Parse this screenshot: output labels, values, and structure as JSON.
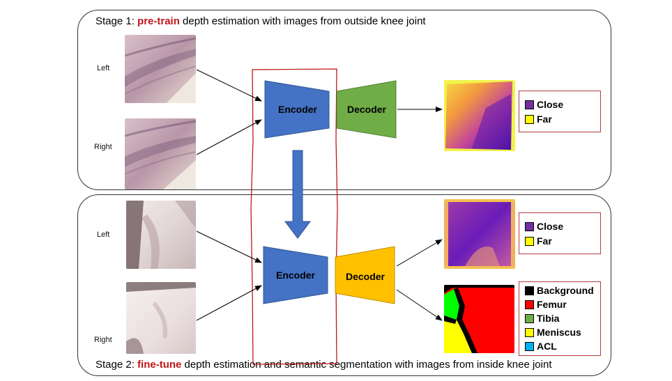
{
  "stage1": {
    "prefix": "Stage 1: ",
    "highlight": "pre-train",
    "suffix": " depth estimation with images from outside knee joint",
    "left_label": "Left",
    "right_label": "Right",
    "encoder_label": "Encoder",
    "decoder_label": "Decoder",
    "legend": [
      {
        "label": "Close",
        "color": "#7030a0"
      },
      {
        "label": "Far",
        "color": "#ffff00"
      }
    ]
  },
  "stage2": {
    "prefix": "Stage 2: ",
    "highlight": "fine-tune",
    "suffix": " depth estimation and semantic segmentation with images from inside knee joint",
    "left_label": "Left",
    "right_label": "Right",
    "encoder_label": "Encoder",
    "decoder_label": "Decoder",
    "depth_legend": [
      {
        "label": "Close",
        "color": "#7030a0"
      },
      {
        "label": "Far",
        "color": "#ffff00"
      }
    ],
    "seg_legend": [
      {
        "label": "Background",
        "color": "#000000"
      },
      {
        "label": "Femur",
        "color": "#ff0000"
      },
      {
        "label": "Tibia",
        "color": "#70ad47"
      },
      {
        "label": "Meniscus",
        "color": "#ffff00"
      },
      {
        "label": "ACL",
        "color": "#00b0f0"
      }
    ]
  },
  "colors": {
    "highlight_text": "#c0161a",
    "encoder": "#4472c4",
    "decoder_stage1": "#70ad47",
    "decoder_stage2": "#ffc000",
    "shared_encoder_outline": "#c0161a"
  }
}
